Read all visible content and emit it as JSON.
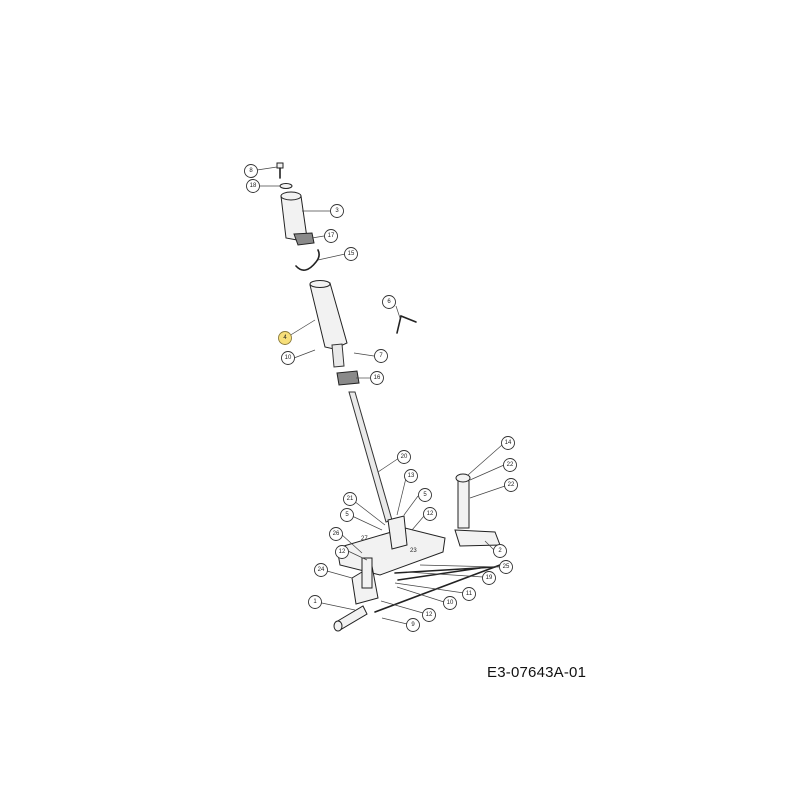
{
  "drawing_code": "E3-07643A-01",
  "highlight_color": "#f7df7a",
  "callouts": [
    {
      "id": "c8",
      "label": "8"
    },
    {
      "id": "c18",
      "label": "18"
    },
    {
      "id": "c3",
      "label": "3"
    },
    {
      "id": "c17",
      "label": "17"
    },
    {
      "id": "c15",
      "label": "15"
    },
    {
      "id": "c6",
      "label": "6"
    },
    {
      "id": "c4",
      "label": "4",
      "highlighted": true
    },
    {
      "id": "c10a",
      "label": "10"
    },
    {
      "id": "c7",
      "label": "7"
    },
    {
      "id": "c16",
      "label": "16"
    },
    {
      "id": "c14",
      "label": "14"
    },
    {
      "id": "c20",
      "label": "20"
    },
    {
      "id": "c22a",
      "label": "22"
    },
    {
      "id": "c13",
      "label": "13"
    },
    {
      "id": "c22b",
      "label": "22"
    },
    {
      "id": "c21",
      "label": "21"
    },
    {
      "id": "c5a",
      "label": "5"
    },
    {
      "id": "c5b",
      "label": "5"
    },
    {
      "id": "c12a",
      "label": "12"
    },
    {
      "id": "c26",
      "label": "26"
    },
    {
      "id": "c27",
      "label": "27"
    },
    {
      "id": "c23",
      "label": "23"
    },
    {
      "id": "c2",
      "label": "2"
    },
    {
      "id": "c12b",
      "label": "12"
    },
    {
      "id": "c25",
      "label": "25"
    },
    {
      "id": "c24",
      "label": "24"
    },
    {
      "id": "c19",
      "label": "19"
    },
    {
      "id": "c11",
      "label": "11"
    },
    {
      "id": "c10b",
      "label": "10"
    },
    {
      "id": "c1",
      "label": "1"
    },
    {
      "id": "c12c",
      "label": "12"
    },
    {
      "id": "c9",
      "label": "9"
    }
  ]
}
